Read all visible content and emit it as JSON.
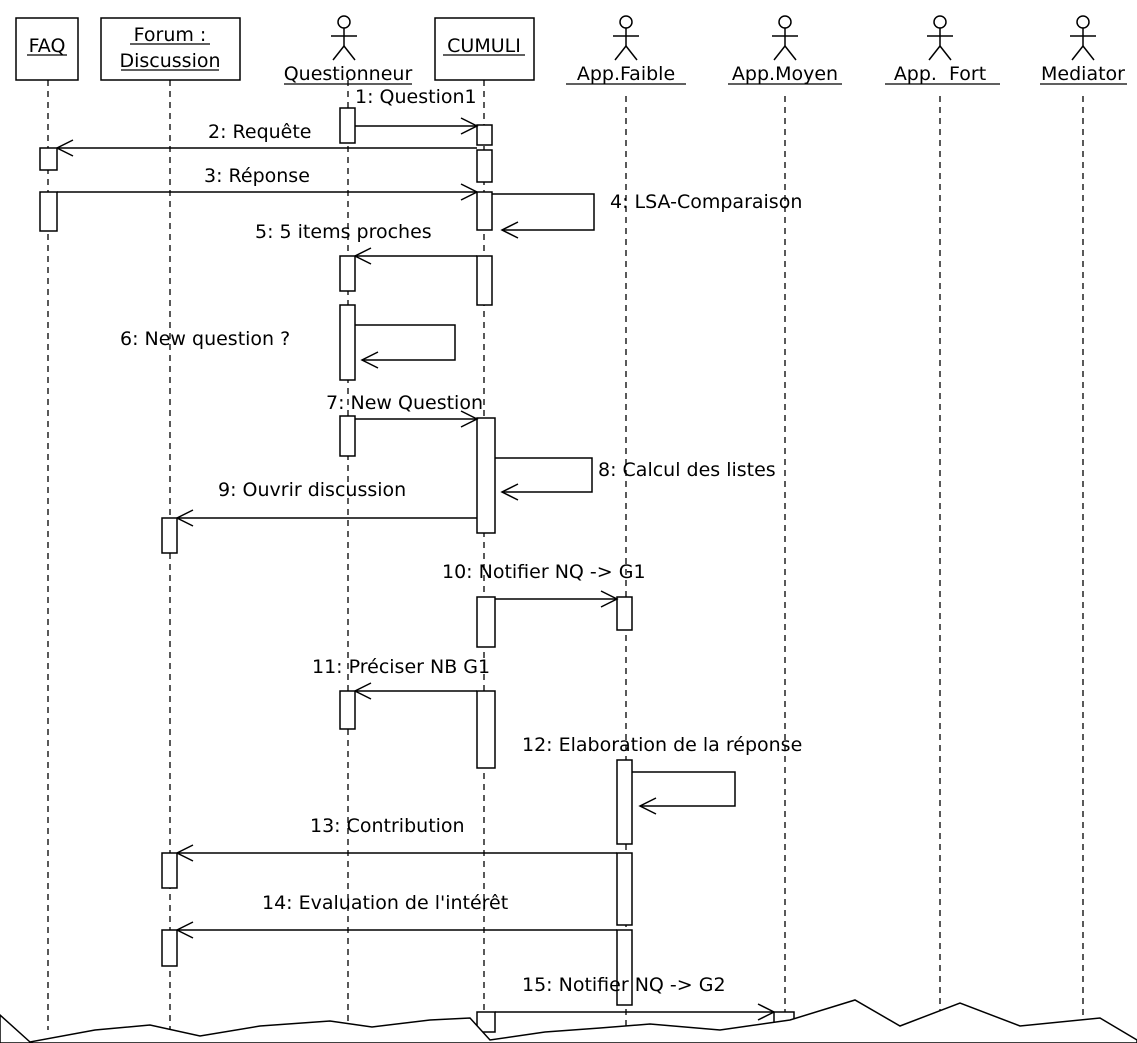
{
  "participants": [
    {
      "id": "faq",
      "label": "FAQ",
      "type": "object"
    },
    {
      "id": "forum",
      "label_lines": [
        "Forum :",
        "Discussion"
      ],
      "type": "object"
    },
    {
      "id": "quest",
      "label": "Questionneur",
      "type": "actor"
    },
    {
      "id": "cumuli",
      "label": "CUMULI",
      "type": "object"
    },
    {
      "id": "faible",
      "label": "App.Faible",
      "type": "actor"
    },
    {
      "id": "moyen",
      "label": "App.Moyen",
      "type": "actor"
    },
    {
      "id": "fort",
      "label": "App.  Fort",
      "type": "actor"
    },
    {
      "id": "mediator",
      "label": "Mediator",
      "type": "actor"
    }
  ],
  "messages": [
    {
      "label": "1: Question1",
      "from": "quest",
      "to": "cumuli"
    },
    {
      "label": "2: Requête",
      "from": "cumuli",
      "to": "faq"
    },
    {
      "label": "3: Réponse",
      "from": "faq",
      "to": "cumuli"
    },
    {
      "label": "4: LSA-Comparaison",
      "from": "cumuli",
      "to": "cumuli"
    },
    {
      "label": "5: 5 items proches",
      "from": "cumuli",
      "to": "quest"
    },
    {
      "label": "6: New question ?",
      "from": "quest",
      "to": "quest"
    },
    {
      "label": "7: New Question",
      "from": "quest",
      "to": "cumuli"
    },
    {
      "label": "8: Calcul des listes",
      "from": "cumuli",
      "to": "cumuli"
    },
    {
      "label": "9: Ouvrir discussion",
      "from": "cumuli",
      "to": "forum"
    },
    {
      "label": "10: Notifier NQ -> G1",
      "from": "cumuli",
      "to": "faible"
    },
    {
      "label": "11: Préciser NB G1",
      "from": "cumuli",
      "to": "quest"
    },
    {
      "label": "12: Elaboration de la réponse",
      "from": "faible",
      "to": "faible"
    },
    {
      "label": "13: Contribution",
      "from": "faible",
      "to": "forum"
    },
    {
      "label": "14: Evaluation de l'intérêt",
      "from": "faible",
      "to": "forum"
    },
    {
      "label": "15: Notifier NQ -> G2",
      "from": "cumuli",
      "to": "moyen"
    }
  ]
}
